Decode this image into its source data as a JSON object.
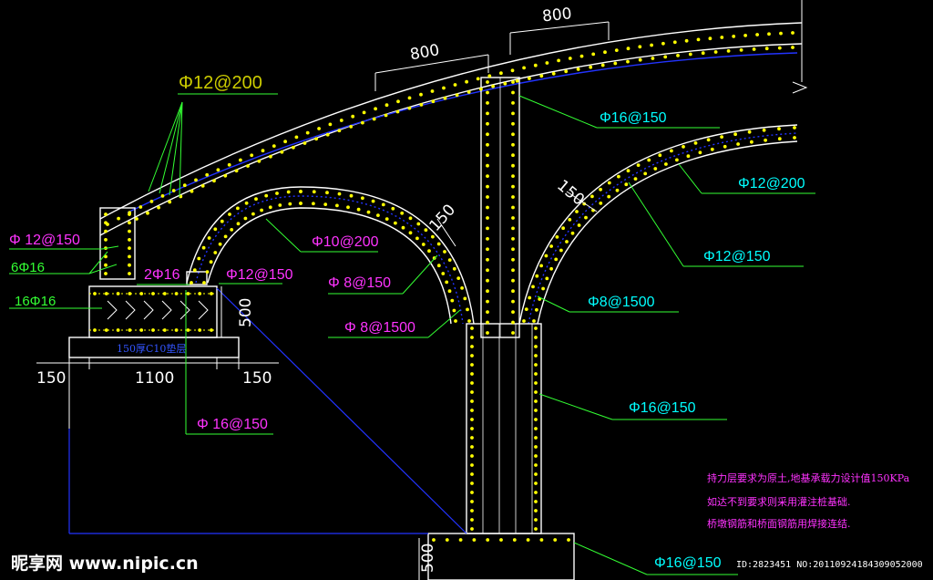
{
  "dimensions": {
    "top_left": "800",
    "top_right": "800",
    "arch_left_thk": "150",
    "arch_right_thk": "150",
    "base_height": "500",
    "base_left": "150",
    "base_mid": "1100",
    "base_right": "150",
    "pier_base_height": "500"
  },
  "labels": {
    "top_rebar": "Φ12@200",
    "left_12_150": "Φ 12@150",
    "left_6_16": "6Φ16",
    "left_16_16": "16Φ16",
    "mid_2_16": "2Φ16",
    "mid_12_150": "Φ12@150",
    "inner_10_200": "Φ10@200",
    "inner_8_150": "Φ 8@150",
    "inner_8_1500": "Φ 8@1500",
    "foot_16_150": "Φ 16@150",
    "pier_top_16_150": "Φ16@150",
    "right_12_200": "Φ12@200",
    "right_12_150": "Φ12@150",
    "right_8_1500": "Φ8@1500",
    "pier_16_150": "Φ16@150",
    "bottom_16_150": "Φ16@150",
    "cushion": "150厚C10垫层"
  },
  "notes": {
    "line1": "持力层要求为原土,地基承载力设计值150KPa",
    "line2": "如达不到要求则采用灌注桩基础.",
    "line3": "桥墩钢筋和桥面钢筋用焊接连结."
  },
  "watermark": {
    "brand": "昵享网 www.nipic.cn",
    "id": "ID:2823451 NO:20110924184309052000"
  },
  "colors": {
    "background": "#000000",
    "concrete": "#ffffff",
    "rebar_dots": "#ffff00",
    "leader": "#33ff33",
    "label_cyan": "#00ffff",
    "label_magenta": "#ff33ff",
    "outline_blue": "#2233ff"
  }
}
